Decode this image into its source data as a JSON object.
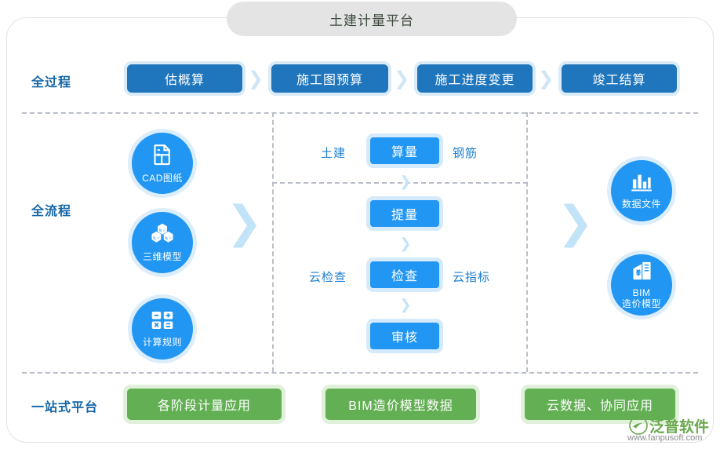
{
  "header": {
    "title": "土建计量平台"
  },
  "rows": {
    "process_label": "全过程",
    "flow_label": "全流程",
    "platform_label": "一站式平台"
  },
  "process_steps": [
    {
      "label": "估概算"
    },
    {
      "label": "施工图预算"
    },
    {
      "label": "施工进度变更"
    },
    {
      "label": "竣工结算"
    }
  ],
  "process_arrows": [
    "chevron-right-icon",
    "chevron-right-icon",
    "chevron-right-icon"
  ],
  "left_circles": [
    {
      "label": "CAD图纸",
      "icon": "cad-document-icon"
    },
    {
      "label": "三维模型",
      "icon": "three-d-cubes-icon"
    },
    {
      "label": "计算规则",
      "icon": "calculator-icon"
    }
  ],
  "right_circles": [
    {
      "label": "数据文件",
      "icon": "bar-chart-icon"
    },
    {
      "label": "BIM\n造价模型",
      "line1": "BIM",
      "line2": "造价模型",
      "icon": "bim-cost-building-icon"
    }
  ],
  "center": {
    "steps": [
      {
        "label": "算量",
        "left": "土建",
        "right": "钢筋"
      },
      {
        "label": "提量",
        "left": "",
        "right": ""
      },
      {
        "label": "检查",
        "left": "云检查",
        "right": "云指标"
      },
      {
        "label": "审核",
        "left": "",
        "right": ""
      }
    ],
    "connectors": [
      "chevron-down-icon",
      "chevron-down-icon",
      "chevron-down-icon"
    ]
  },
  "big_arrows": {
    "left": "chevron-right-icon",
    "right": "chevron-right-icon"
  },
  "platform_items": [
    {
      "label": "各阶段计量应用"
    },
    {
      "label": "BIM造价模型数据"
    },
    {
      "label": "云数据、协同应用"
    }
  ],
  "watermark": {
    "brand": "泛普软件",
    "url": "www.fanpusoft.com"
  },
  "colors": {
    "header_pill": "#e4e4e4",
    "process_blue": "#1f76bd",
    "bright_blue": "#2196f3",
    "light_blue": "#d9ebf8",
    "green": "#63b054",
    "light_green": "#e0f0da",
    "label_blue": "#1566a8",
    "dash_gray": "#b9bec9"
  }
}
